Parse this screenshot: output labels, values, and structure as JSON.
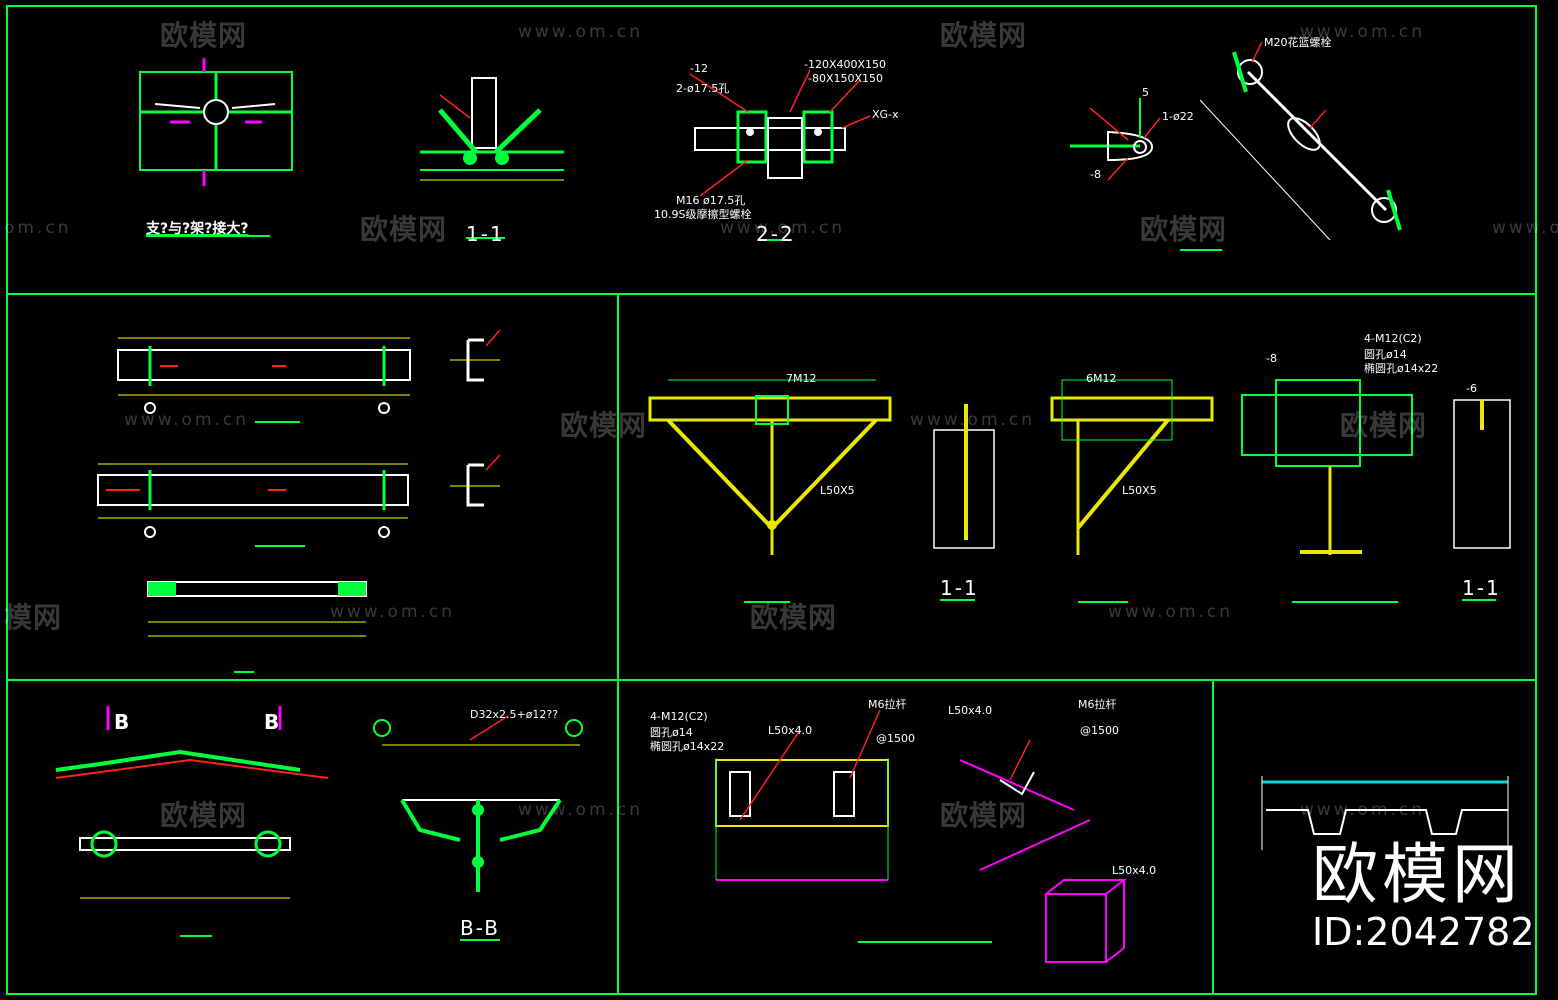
{
  "watermark": {
    "brand": "欧模网",
    "url": "www.om.cn",
    "domain_short": "om.cn",
    "brand_short": "模网"
  },
  "logo": {
    "name": "欧模网",
    "id": "ID:2042782"
  },
  "labels": {
    "top_section_1_1": "1-1",
    "top_section_2_2": "2-2",
    "top_title_left": "支?与?架?接大?",
    "mid_section_1_1_a": "1-1",
    "mid_section_1_1_b": "1-1",
    "bottom_section_bb": "B-B",
    "bottom_mark_b_left": "B",
    "bottom_mark_b_right": "B",
    "note_x2": "-12",
    "note_hole": "2-ø17.5孔",
    "note_pl1": "-120X400X150",
    "note_pl2": "-80X150X150",
    "note_xg": "XG-x",
    "note_bolt": "M16 ø17.5孔",
    "note_bolt2": "10.9S级摩擦型螺栓",
    "note_m20": "M20花篮螺栓",
    "note_1_22": "1-ø22",
    "note_5": "5",
    "note_neg8": "-8",
    "note_7m12": "7M12",
    "note_l50x5": "L50X5",
    "note_l50x5_b": "L50X5",
    "note_6m12": "6M12",
    "note_4m12": "4-M12(C2)",
    "note_hole14": "圆孔ø14",
    "note_hole14x22": "椭圆孔ø14x22",
    "note_neg8_b": "-8",
    "note_neg6": "-6",
    "note_d32": "D32x2.5+ø12??",
    "note_4m12_b": "4-M12(C2)",
    "note_hole14_b": "圆孔ø14",
    "note_hole14x22_b": "椭圆孔ø14x22",
    "note_l50x4_a": "L50x4.0",
    "note_l50x4_b": "L50x4.0",
    "note_l50x4_c": "L50x4.0",
    "note_m6a": "M6拉杆",
    "note_m6b": "M6拉杆",
    "note_1500": "@1500",
    "note_1500b": "@1500"
  },
  "colors": {
    "frame": "#00ff3c",
    "dim": "#ffff00",
    "leader": "#ff2020",
    "steel": "#00ff3c",
    "magenta": "#ff00ff",
    "cyan": "#00d8d8",
    "white": "#ffffff",
    "yellow_steel": "#e8e800"
  }
}
